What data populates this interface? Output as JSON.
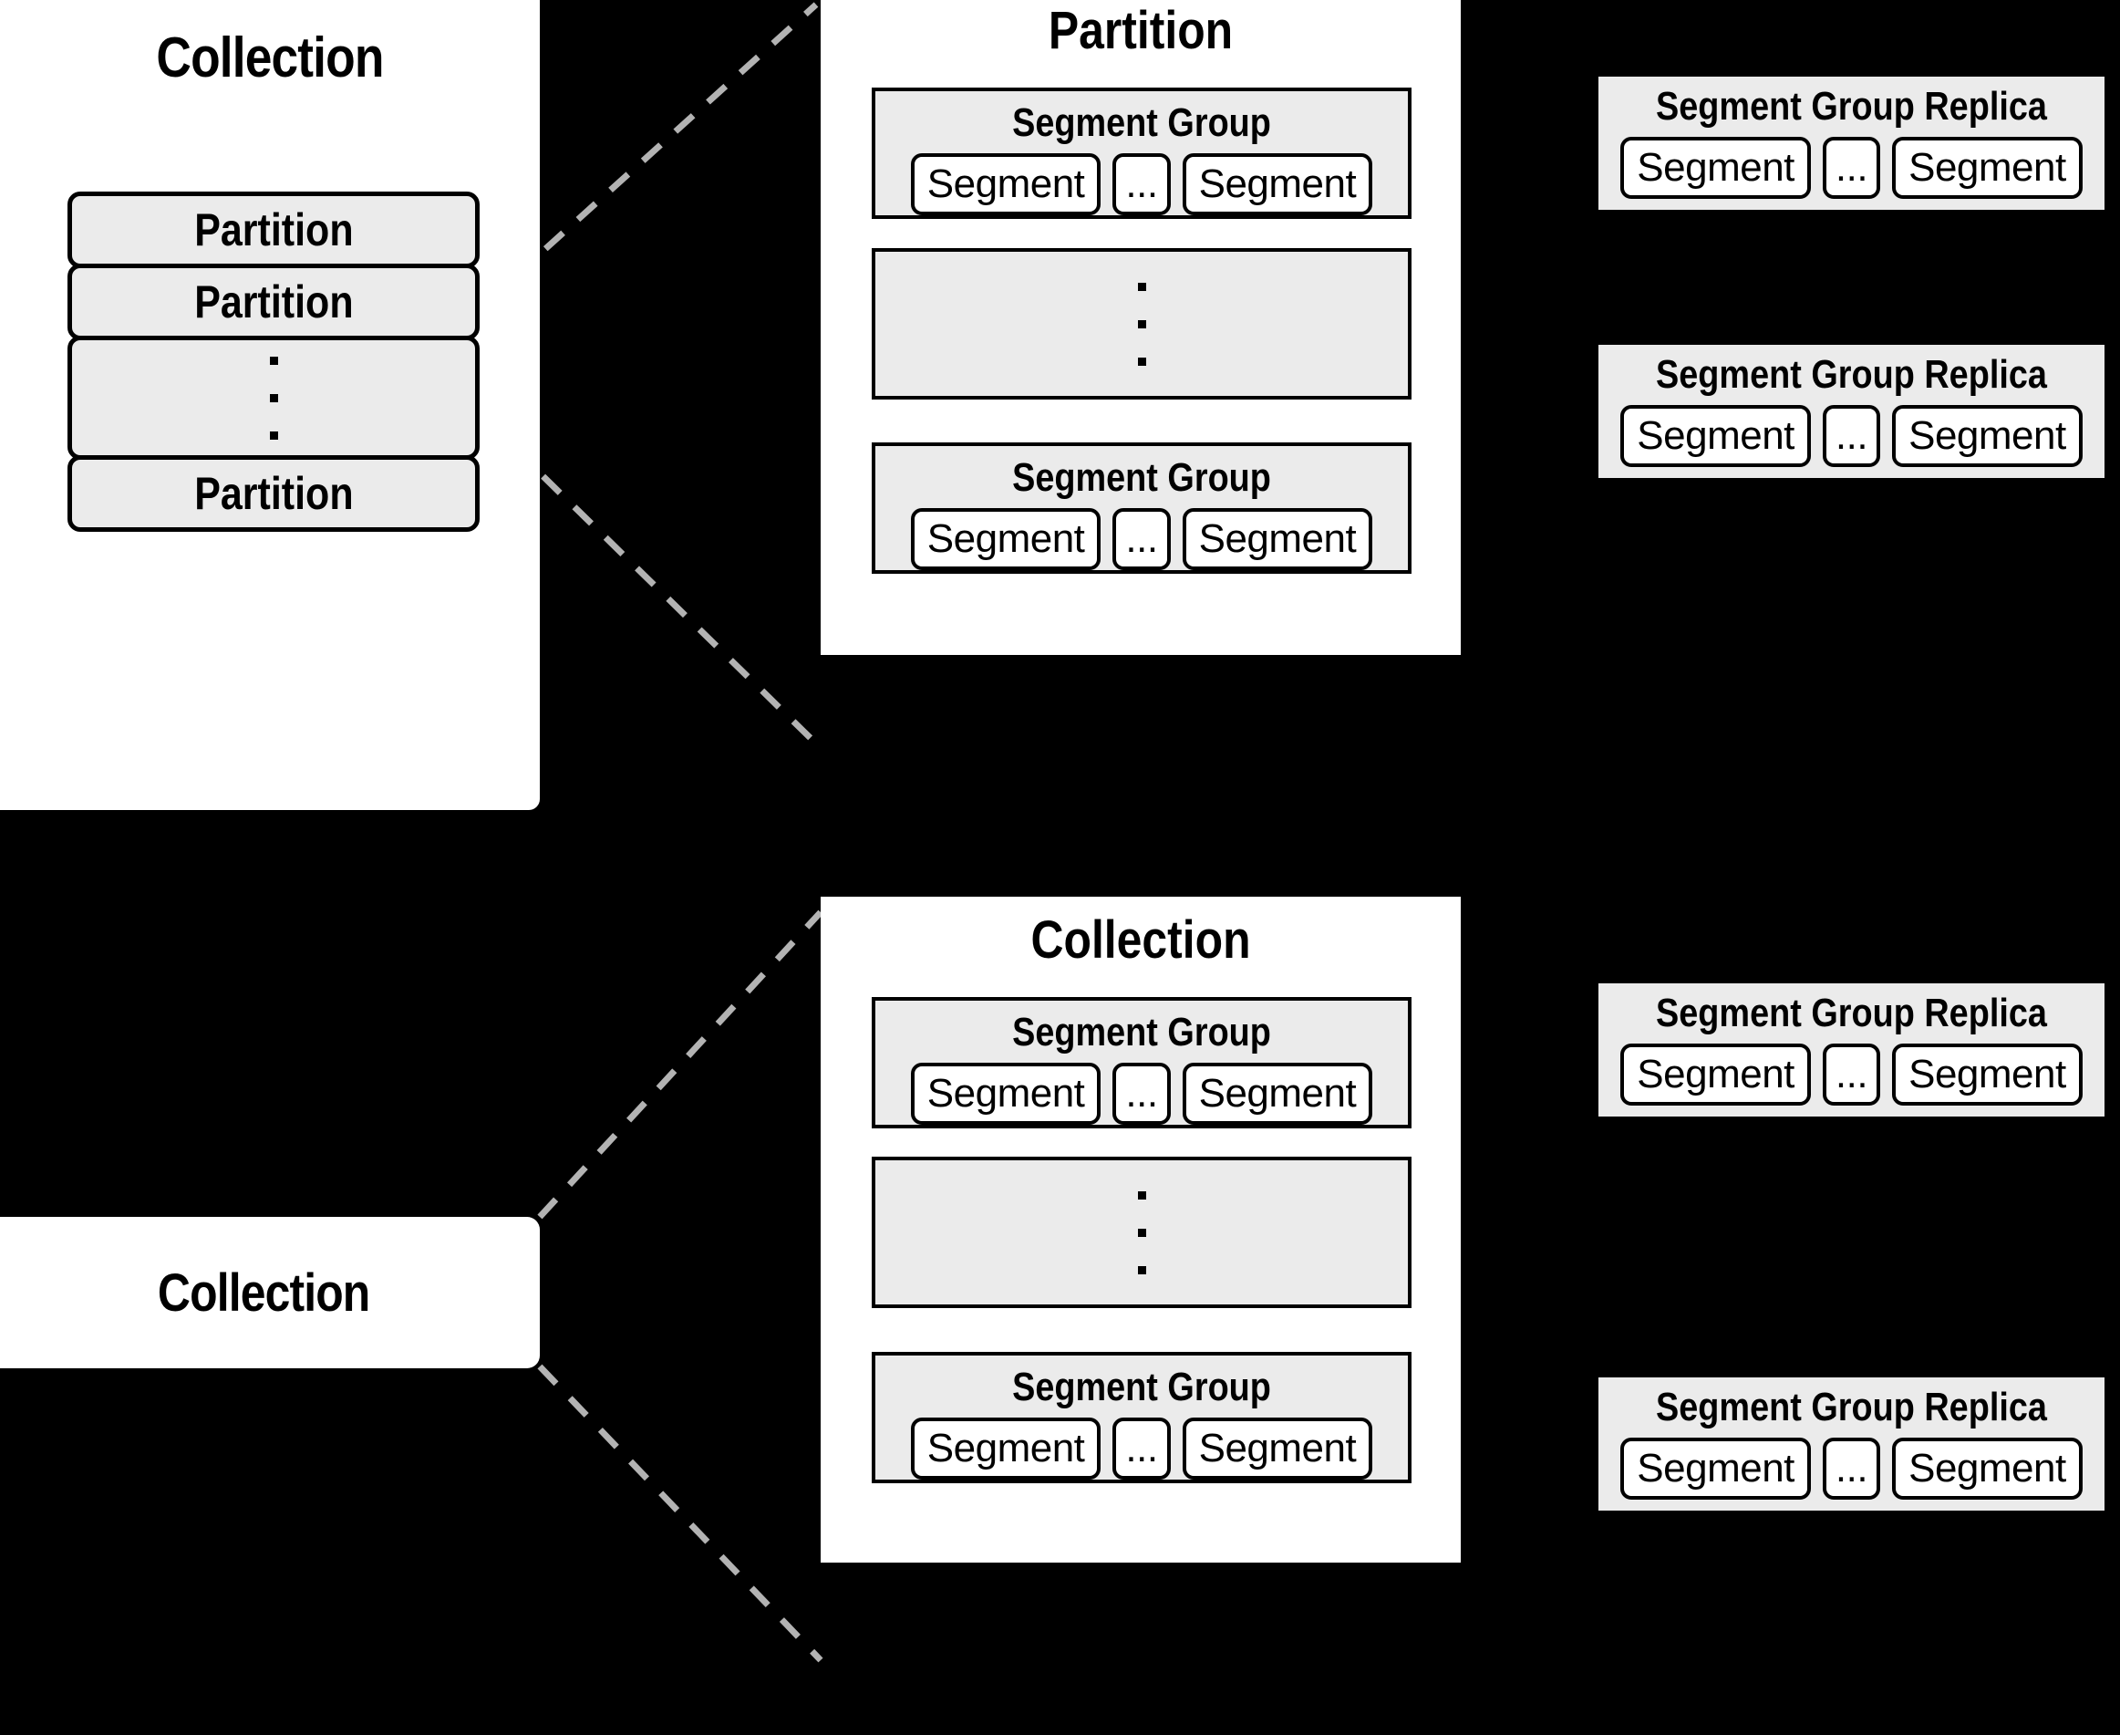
{
  "diagram": {
    "background_color": "#000000",
    "panel_color": "#ffffff",
    "box_fill_color": "#ebebeb",
    "line_color": "#000000",
    "dashed_line_color": "#b3b3b3"
  },
  "collection_partitioned": {
    "title": "Collection",
    "partitions": [
      {
        "label": "Partition",
        "type": "item"
      },
      {
        "label": "Partition",
        "type": "item"
      },
      {
        "label": "",
        "type": "ellipsis"
      },
      {
        "label": "Partition",
        "type": "item"
      }
    ]
  },
  "partition_detail": {
    "title": "Partition",
    "segment_groups": [
      {
        "title": "Segment Group",
        "segments": [
          "Segment",
          "...",
          "Segment"
        ]
      },
      {
        "title": "",
        "type": "ellipsis"
      },
      {
        "title": "Segment Group",
        "segments": [
          "Segment",
          "...",
          "Segment"
        ]
      }
    ]
  },
  "partition_replicas": [
    {
      "title": "Segment Group Replica",
      "segments": [
        "Segment",
        "...",
        "Segment"
      ]
    },
    {
      "title": "Segment Group Replica",
      "segments": [
        "Segment",
        "...",
        "Segment"
      ]
    }
  ],
  "collection_simple": {
    "title": "Collection"
  },
  "collection_detail": {
    "title": "Collection",
    "segment_groups": [
      {
        "title": "Segment Group",
        "segments": [
          "Segment",
          "...",
          "Segment"
        ]
      },
      {
        "title": "",
        "type": "ellipsis"
      },
      {
        "title": "Segment Group",
        "segments": [
          "Segment",
          "...",
          "Segment"
        ]
      }
    ]
  },
  "collection_replicas": [
    {
      "title": "Segment Group Replica",
      "segments": [
        "Segment",
        "...",
        "Segment"
      ]
    },
    {
      "title": "Segment Group Replica",
      "segments": [
        "Segment",
        "...",
        "Segment"
      ]
    }
  ]
}
